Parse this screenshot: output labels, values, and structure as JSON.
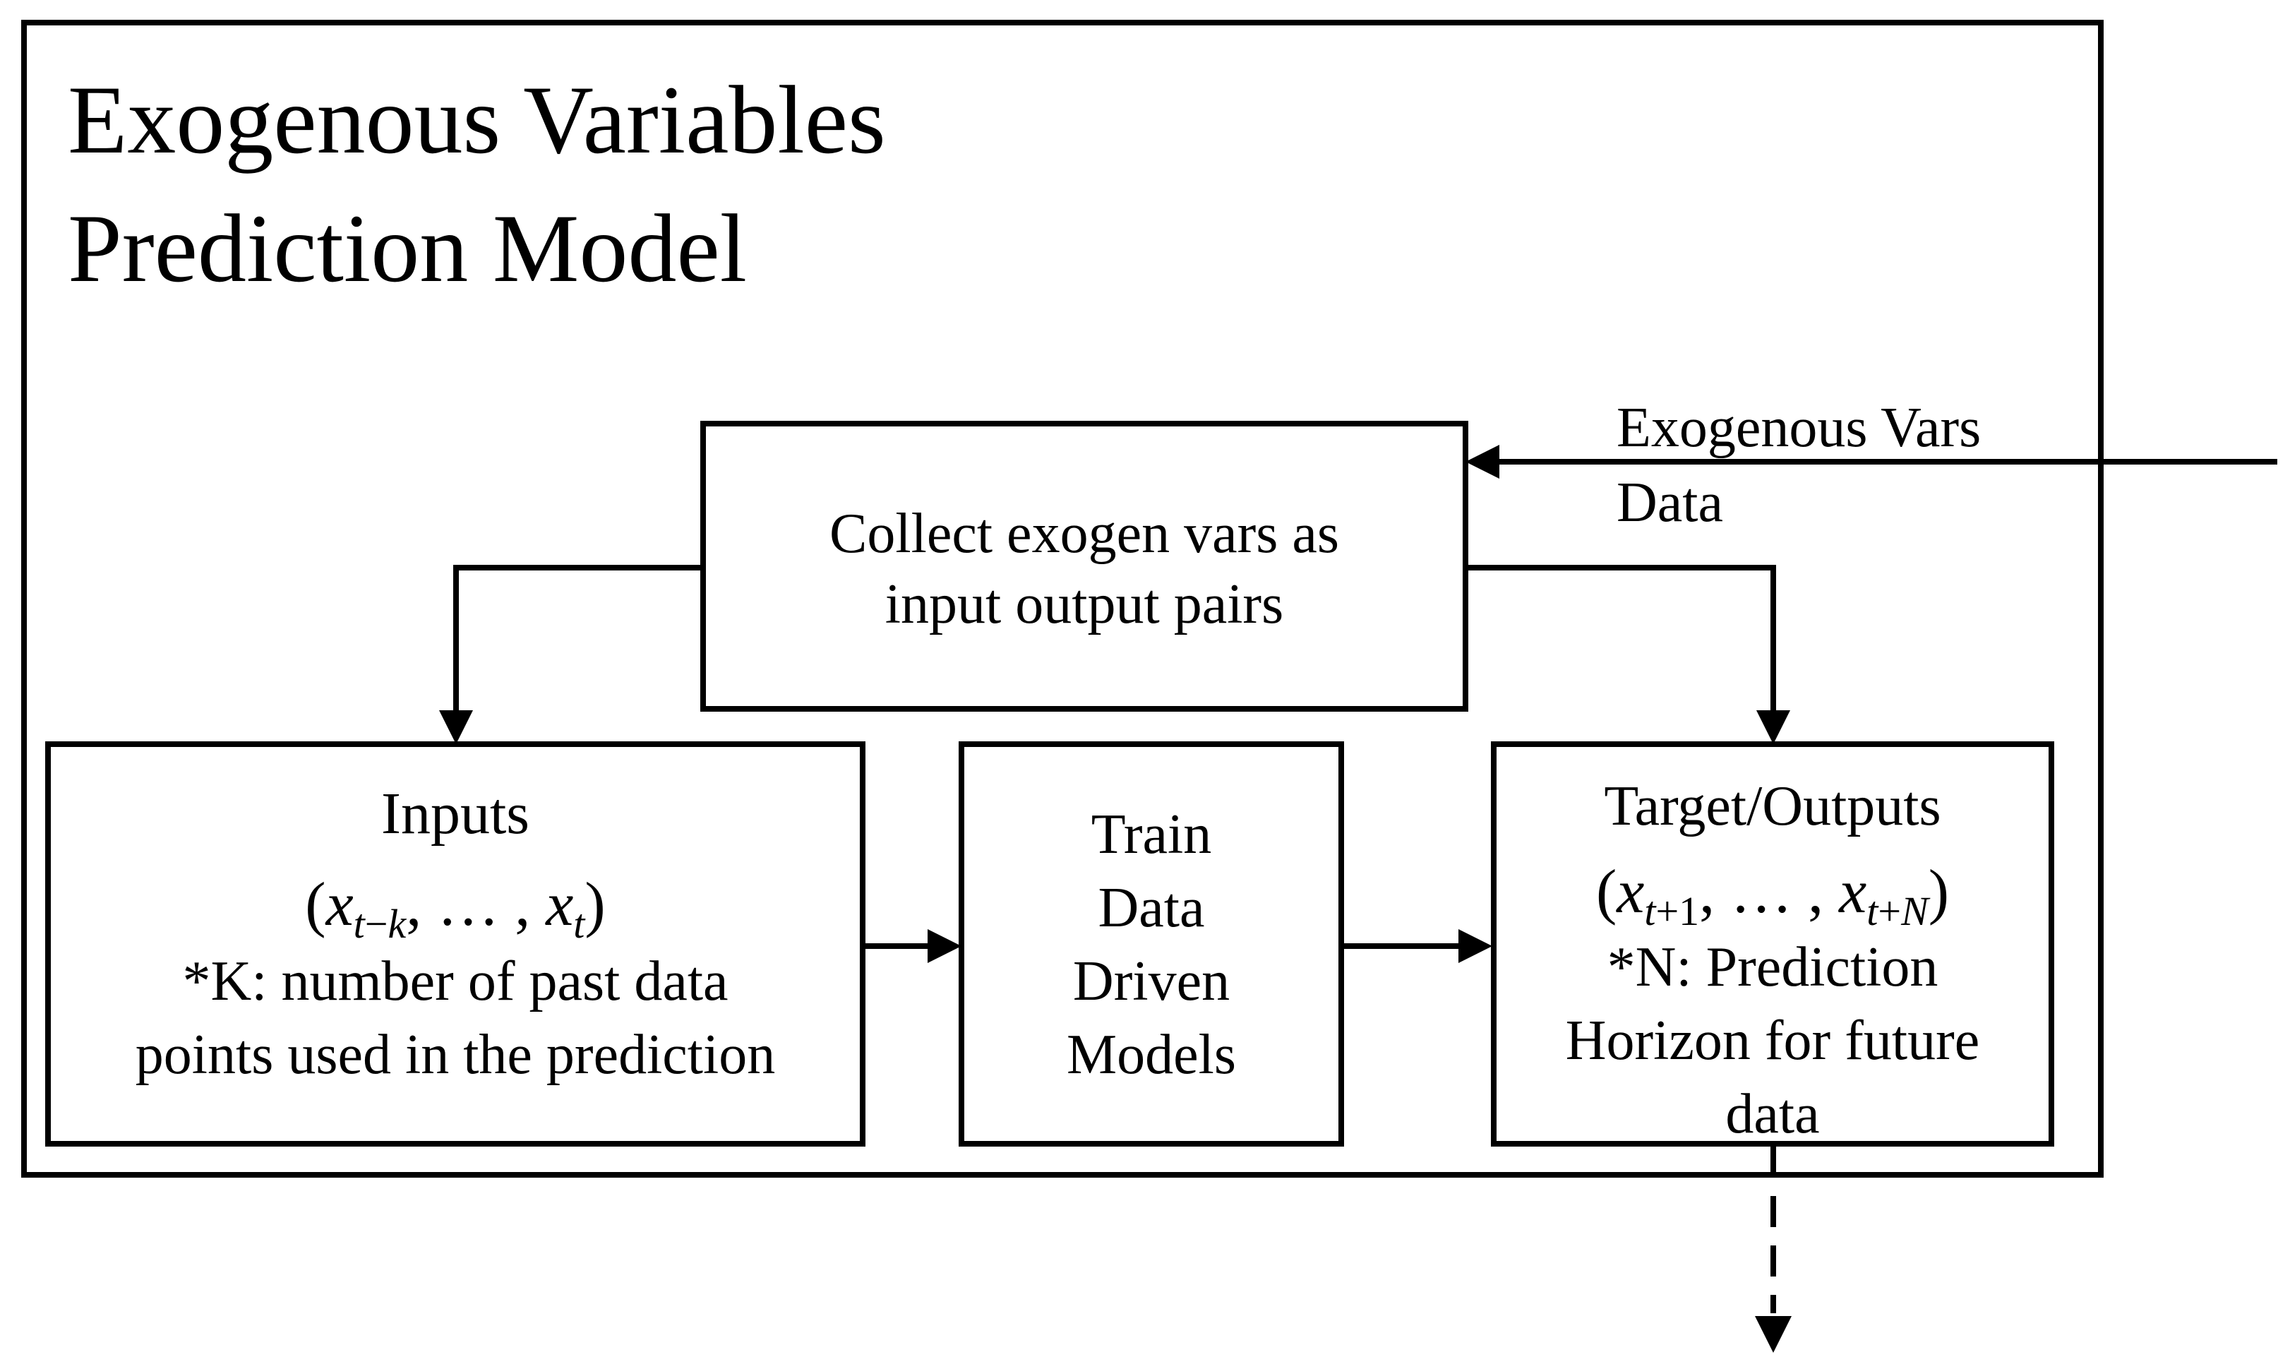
{
  "title": {
    "line1": "Exogenous Variables",
    "line2": "Prediction Model"
  },
  "input_label": {
    "line1": "Exogenous Vars",
    "line2": "Data"
  },
  "collect_box": {
    "line1": "Collect exogen vars as",
    "line2": "input output pairs"
  },
  "inputs_box": {
    "heading": "Inputs",
    "formula": {
      "open": "(",
      "var1": "x",
      "sub1_var": "t",
      "sub1_op": "−",
      "sub1_k": "k",
      "sep1": ", … , ",
      "var2": "x",
      "sub2": "t",
      "close": ")"
    },
    "note_line1": "*K: number of past data",
    "note_line2": "points used in the prediction"
  },
  "train_box": {
    "line1": "Train",
    "line2": "Data",
    "line3": "Driven",
    "line4": "Models"
  },
  "target_box": {
    "heading": "Target/Outputs",
    "formula": {
      "open": "(",
      "var1": "x",
      "sub1_var": "t",
      "sub1_rest": "+1",
      "sep1": ", … , ",
      "var2": "x",
      "sub2_var": "t",
      "sub2_op": "+",
      "sub2_n": "N",
      "close": ")"
    },
    "note_line1": "*N: Prediction",
    "note_line2": "Horizon for future",
    "note_line3": "data"
  }
}
